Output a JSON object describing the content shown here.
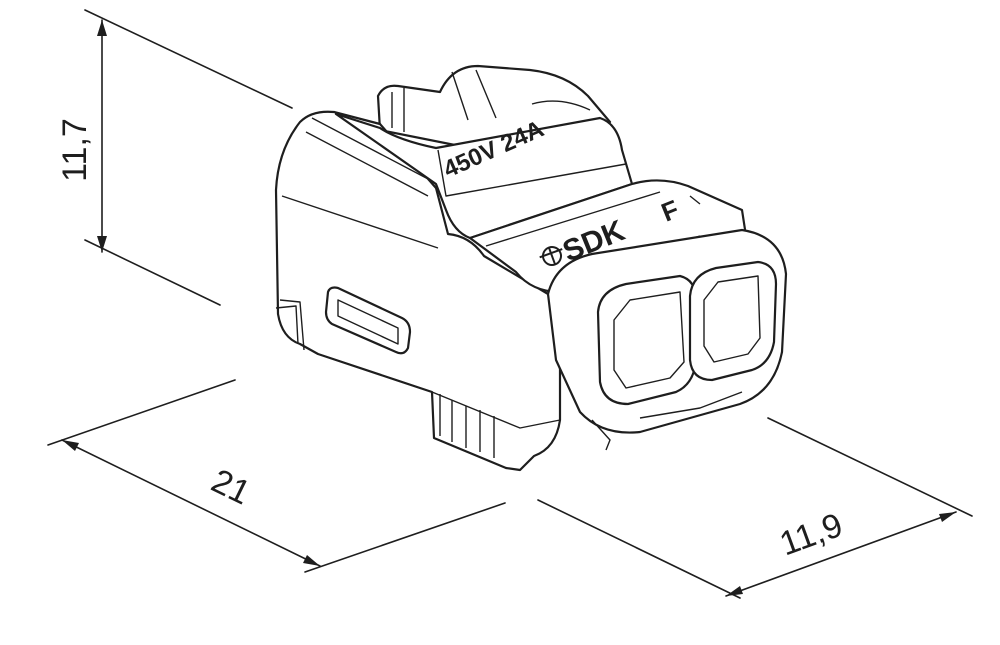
{
  "dimensions": {
    "height": "11,7",
    "length": "21",
    "width": "11,9"
  },
  "part_markings": {
    "rating": "450V  24A",
    "brand": "SDK"
  }
}
